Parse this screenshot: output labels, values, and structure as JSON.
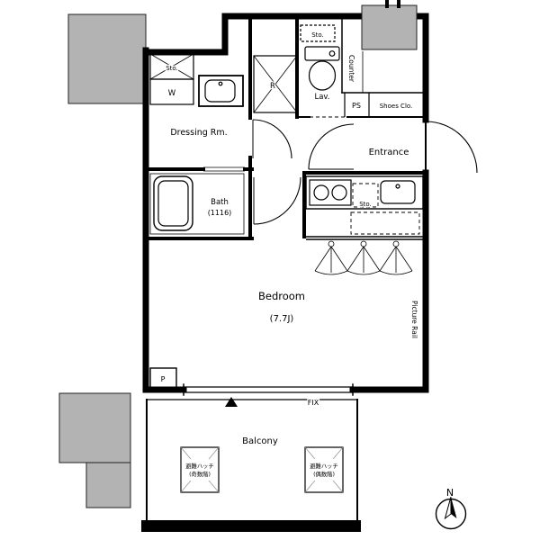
{
  "plan": {
    "rooms": {
      "dressing": "Dressing Rm.",
      "entrance": "Entrance",
      "lav": "Lav.",
      "bath": "Bath",
      "bath_size": "(1116)",
      "bedroom": "Bedroom",
      "bedroom_size": "(7.7J)",
      "balcony": "Balcony"
    },
    "fixtures": {
      "storage_dressing": "Sto.",
      "washer": "W",
      "refrigerator": "R",
      "storage_lav": "Sto.",
      "counter": "Counter",
      "pipe_space": "PS",
      "shoes_closet": "Shoes Clo.",
      "storage_kitchen": "Sto.",
      "pillar": "P",
      "window_fix": "FIX",
      "picture_rail": "Picture Rail"
    },
    "annotations": {
      "hatch_odd_line1": "避難ハッチ",
      "hatch_odd_line2": "(奇数階)",
      "hatch_even_line1": "避難ハッチ",
      "hatch_even_line2": "(偶数階)",
      "north": "N"
    },
    "colors": {
      "wall": "#000000",
      "structure_gray": "#b3b3b3",
      "background": "#ffffff"
    }
  }
}
